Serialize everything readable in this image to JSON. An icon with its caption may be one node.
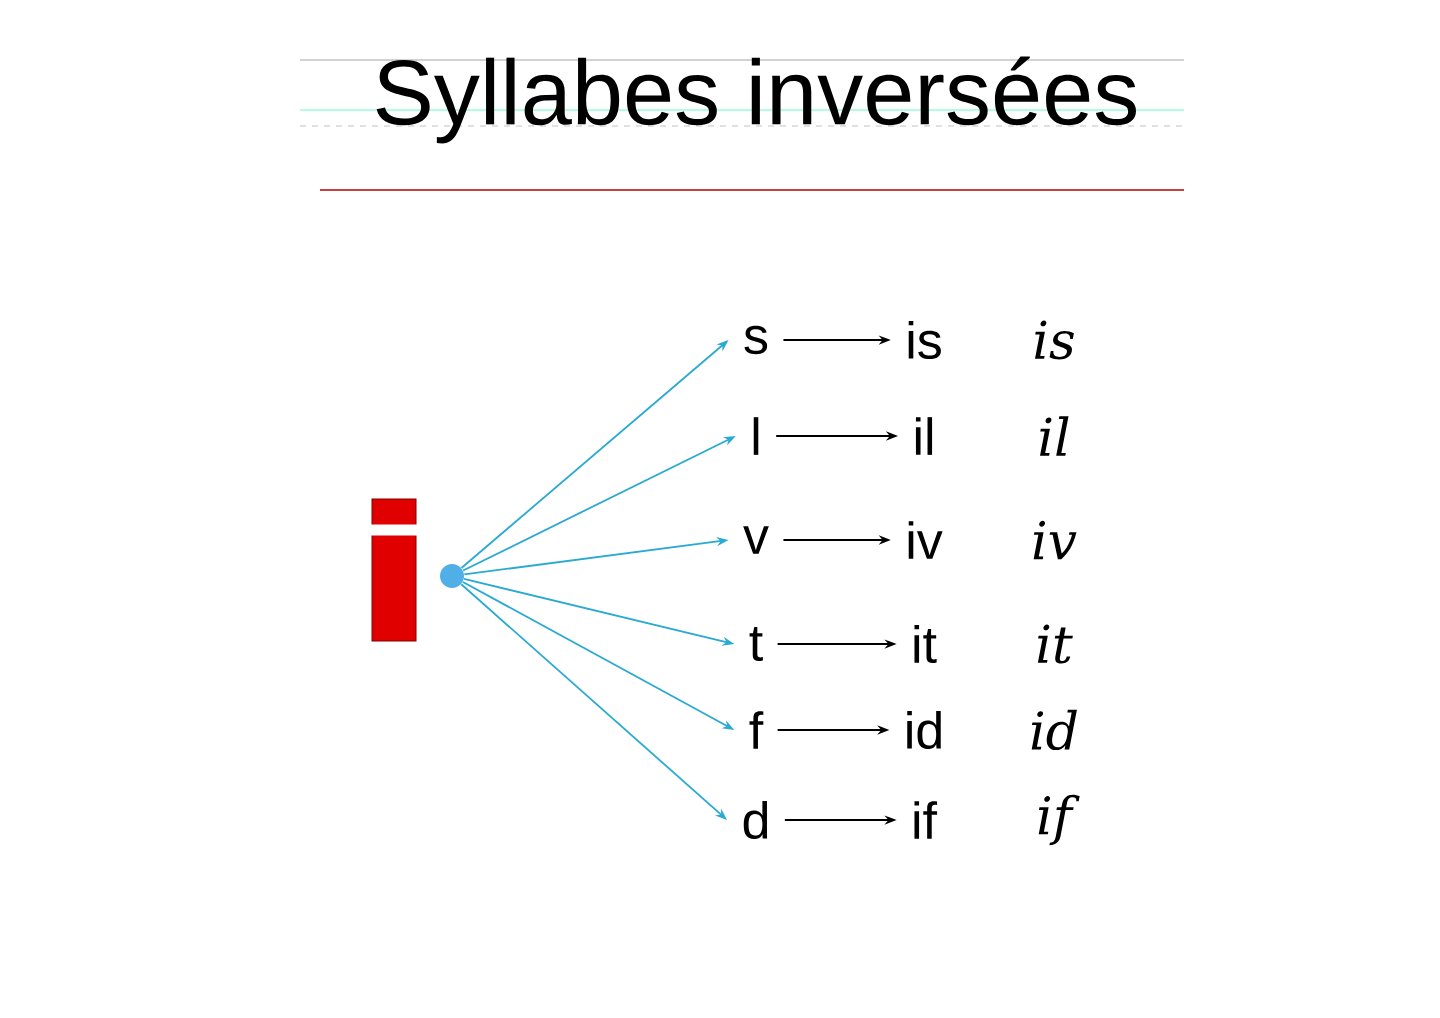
{
  "diagram": {
    "title": "Syllabes inversées",
    "nodes": [
      {
        "text": [],
        "shape": "box"
      },
      {
        "text": [],
        "shape": "circle"
      },
      {
        "text": [
          "s"
        ]
      },
      {
        "text": [
          "l"
        ]
      },
      {
        "text": [
          "v"
        ]
      },
      {
        "text": [
          "t"
        ]
      },
      {
        "text": [
          "f"
        ]
      },
      {
        "text": [
          "d"
        ]
      },
      {
        "text": [
          "is"
        ]
      },
      {
        "text": [
          "il"
        ]
      },
      {
        "text": [
          "iv"
        ]
      },
      {
        "text": [
          "it"
        ]
      },
      {
        "text": [
          "id"
        ]
      },
      {
        "text": [
          "if"
        ]
      }
    ],
    "edges": [
      {
        "from": 1,
        "to": 2,
        "arrow": "to",
        "color": "#2aa9d2"
      },
      {
        "from": 1,
        "to": 3,
        "arrow": "to",
        "color": "#2aa9d2"
      },
      {
        "from": 1,
        "to": 4,
        "arrow": "to",
        "color": "#2aa9d2"
      },
      {
        "from": 1,
        "to": 5,
        "arrow": "to",
        "color": "#2aa9d2"
      },
      {
        "from": 1,
        "to": 6,
        "arrow": "to",
        "color": "#2aa9d2"
      },
      {
        "from": 1,
        "to": 7,
        "arrow": "to",
        "color": "#2aa9d2"
      },
      {
        "from": 2,
        "to": 8,
        "arrow": "to",
        "color": "#000000"
      },
      {
        "from": 3,
        "to": 9,
        "arrow": "to",
        "color": "#000000"
      },
      {
        "from": 4,
        "to": 10,
        "arrow": "to",
        "color": "#000000"
      },
      {
        "from": 5,
        "to": 11,
        "arrow": "to",
        "color": "#000000"
      },
      {
        "from": 6,
        "to": 12,
        "arrow": "to",
        "color": "#000000"
      },
      {
        "from": 7,
        "to": 13,
        "arrow": "to",
        "color": "#000000"
      }
    ],
    "labels": [
      "is",
      "il",
      "iv",
      "it",
      "id",
      "if"
    ]
  }
}
